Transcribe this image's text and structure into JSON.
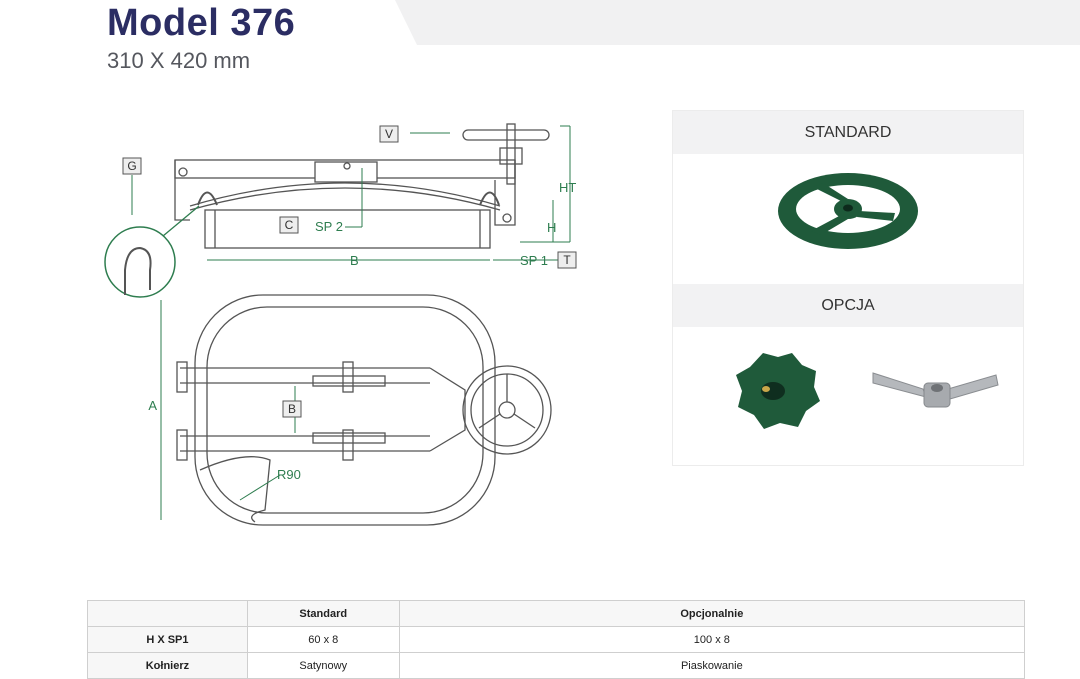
{
  "header": {
    "title": "Model 376",
    "subtitle": "310 X 420 mm"
  },
  "drawing_labels": {
    "g": "G",
    "v": "V",
    "c": "C",
    "t": "T",
    "b_box": "B",
    "ht": "HT",
    "h": "H",
    "sp2": "SP 2",
    "sp1": "SP 1",
    "b_dim": "B",
    "a_dim": "A",
    "r90": "R90"
  },
  "options_panel": {
    "standard_label": "STANDARD",
    "option_label": "OPCJA"
  },
  "spec_table": {
    "headers": [
      "",
      "Standard",
      "Opcjonalnie"
    ],
    "rows": [
      {
        "name": "H X SP1",
        "standard": "60 x 8",
        "optional": "100 x 8"
      },
      {
        "name": "Kołnierz",
        "standard": "Satynowy",
        "optional": "Piaskowanie"
      }
    ]
  },
  "colors": {
    "title": "#2b2d63",
    "dimension": "#2e7d4f",
    "handwheel": "#1f5a3a"
  }
}
